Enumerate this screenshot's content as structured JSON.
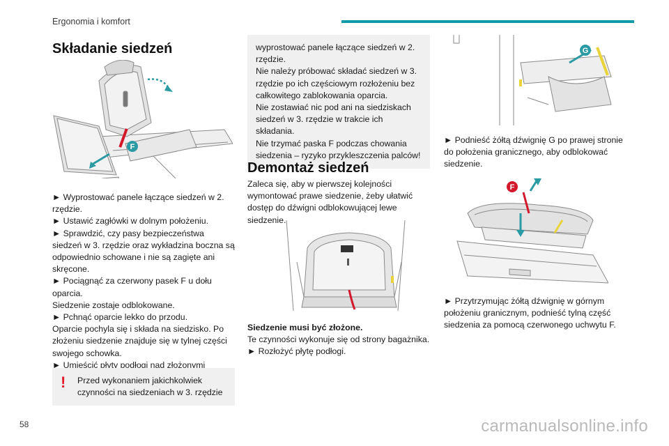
{
  "header": {
    "section": "Ergonomia i komfort"
  },
  "page_number": "58",
  "watermark": "carmanualsonline.info",
  "col1": {
    "title": "Składanie siedzeń",
    "figure_label": "F",
    "lines": [
      "► Wyprostować panele łączące siedzeń w 2. rzędzie.",
      "► Ustawić zagłówki w dolnym położeniu.",
      "► Sprawdzić, czy pasy bezpieczeństwa siedzeń w 3. rzędzie oraz wykładzina boczna są odpowiednio schowane i nie są zagięte ani skręcone.",
      "► Pociągnąć za czerwony pasek F u dołu oparcia.",
      "Siedzenie zostaje odblokowane.",
      "► Pchnąć oparcie lekko do przodu.",
      "Oparcie pochyla się i składa na siedzisko. Po złożeniu siedzenie znajduje się w tylnej części swojego schowka.",
      "► Umieścić płyty podłogi nad złożonymi siedzeniami."
    ],
    "warning": "Przed wykonaniem jakichkolwiek czynności na siedzeniach w 3. rzędzie"
  },
  "col2": {
    "warning_cont": [
      "wyprostować panele łączące siedzeń w 2. rzędzie.",
      "Nie należy próbować składać siedzeń w 3. rzędzie po ich częściowym rozłożeniu bez całkowitego zablokowania oparcia.",
      "Nie zostawiać nic pod ani na siedziskach siedzeń w 3. rzędzie w trakcie ich składania.",
      "Nie trzymać paska F podczas chowania siedzenia – ryzyko przykleszczenia palców!"
    ],
    "title": "Demontaż siedzeń",
    "intro": "Zaleca się, aby w pierwszej kolejności wymontować prawe siedzenie, żeby ułatwić dostęp do dźwigni odblokowującej lewe siedzenie.",
    "caption_bold": "Siedzenie musi być złożone.",
    "caption_lines": [
      "Te czynności wykonuje się od strony bagażnika.",
      "► Rozłożyć płytę podłogi."
    ]
  },
  "col3": {
    "figure1_label": "G",
    "step1": "► Podnieść żółtą dźwignię G po prawej stronie do położenia granicznego, aby odblokować siedzenie.",
    "figure2_label": "F",
    "step2": "► Przytrzymując żółtą dźwignię w górnym położeniu granicznym, podnieść tylną część siedzenia za pomocą czerwonego uchwytu F."
  }
}
